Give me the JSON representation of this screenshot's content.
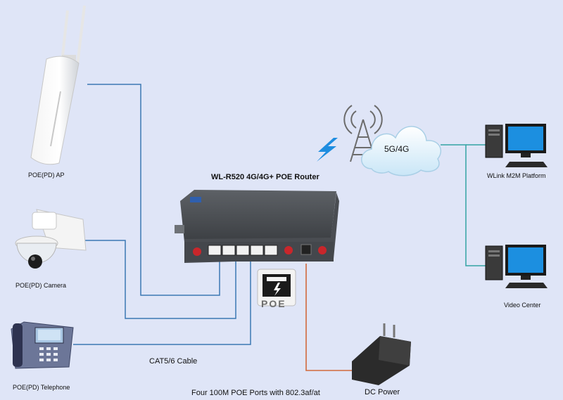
{
  "title": "WL-R520 4G/4G+ POE Router",
  "cloud_label": "5G/4G",
  "poe_badge": "POE",
  "devices": {
    "ap": "POE(PD) AP",
    "camera": "POE(PD) Camera",
    "telephone": "POE(PD) Telephone",
    "platform": "WLink M2M Platform",
    "video_center": "Video Center",
    "dc_power": "DC Power"
  },
  "cable_label": "CAT5/6 Cable",
  "ports_note": "Four 100M POE Ports with 802.3af/at",
  "colors": {
    "background": "#dfe5f7",
    "lan_line": "#3b78b4",
    "wan_line": "#33a4a4",
    "power_line": "#d26a3c",
    "lightning": "#1e8de0"
  },
  "icons": [
    "outdoor-ap-icon",
    "dome-camera-icon",
    "ip-telephone-icon",
    "router-icon",
    "cell-tower-icon",
    "cloud-icon",
    "lightning-icon",
    "desktop-pc-icon",
    "power-adapter-icon",
    "poe-port-icon"
  ]
}
